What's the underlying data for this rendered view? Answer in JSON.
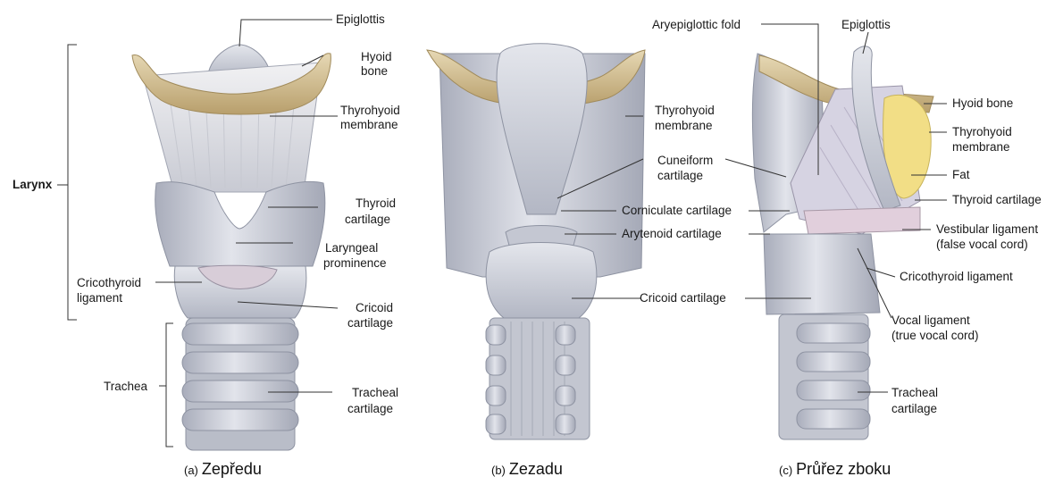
{
  "colors": {
    "cartilage": "#c9ccd6",
    "cartilage_light": "#dcdfe7",
    "cartilage_dark": "#9fa3b1",
    "bone": "#cdb98d",
    "fat": "#f3e08a",
    "ligament": "#d9c6d6",
    "line": "#333333"
  },
  "panels": {
    "front": {
      "caption_tag": "(a)",
      "caption": "Zepředu",
      "labels": {
        "larynx": "Larynx",
        "epiglottis": "Epiglottis",
        "hyoid_1": "Hyoid",
        "hyoid_2": "bone",
        "thyrohyoid_1": "Thyrohyoid",
        "thyrohyoid_2": "membrane",
        "thyroid_1": "Thyroid",
        "thyroid_2": "cartilage",
        "laryngeal_1": "Laryngeal",
        "laryngeal_2": "prominence",
        "cricothyroid_1": "Cricothyroid",
        "cricothyroid_2": "ligament",
        "cricoid_1": "Cricoid",
        "cricoid_2": "cartilage",
        "trachea": "Trachea",
        "tracheal_1": "Tracheal",
        "tracheal_2": "cartilage"
      }
    },
    "back": {
      "caption_tag": "(b)",
      "caption": "Zezadu",
      "labels": {
        "thyrohyoid_1": "Thyrohyoid",
        "thyrohyoid_2": "membrane",
        "cuneiform_1": "Cuneiform",
        "cuneiform_2": "cartilage",
        "corniculate": "Corniculate cartilage",
        "arytenoid": "Arytenoid cartilage",
        "cricoid": "Cricoid cartilage"
      }
    },
    "side": {
      "caption_tag": "(c)",
      "caption": "Průřez zboku",
      "labels": {
        "aryepiglottic": "Aryepiglottic fold",
        "epiglottis": "Epiglottis",
        "hyoid": "Hyoid bone",
        "thyrohyoid_1": "Thyrohyoid",
        "thyrohyoid_2": "membrane",
        "fat": "Fat",
        "thyroid": "Thyroid cartilage",
        "vestibular_1": "Vestibular ligament",
        "vestibular_2": "(false vocal cord)",
        "cricothyroid": "Cricothyroid ligament",
        "vocal_1": "Vocal ligament",
        "vocal_2": "(true vocal cord)",
        "tracheal_1": "Tracheal",
        "tracheal_2": "cartilage"
      }
    }
  }
}
